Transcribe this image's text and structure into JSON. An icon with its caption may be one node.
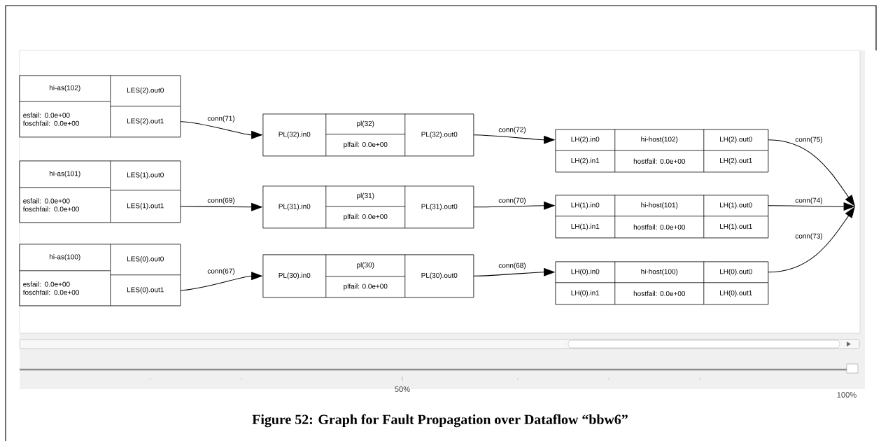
{
  "diagram": {
    "caption": "Figure 52: Graph for Fault Propagation over Dataflow “bbw6”",
    "nodes": [
      {
        "text": [],
        "shape": "box"
      },
      {
        "text": [
          "hi-as(102)"
        ],
        "in": 0
      },
      {
        "text": [
          "esfail: 0.0e+00",
          "foschfail: 0.0e+00"
        ],
        "in": 0
      },
      {
        "text": [
          "LES(2).out0"
        ],
        "in": 0
      },
      {
        "text": [
          "LES(2).out1"
        ],
        "in": 0
      },
      {
        "text": [],
        "shape": "box"
      },
      {
        "text": [
          "PL(32).in0"
        ],
        "in": 5
      },
      {
        "text": [
          "pl(32)"
        ],
        "in": 5
      },
      {
        "text": [
          "plfail: 0.0e+00"
        ],
        "in": 5
      },
      {
        "text": [
          "PL(32).out0"
        ],
        "in": 5
      },
      {
        "text": [],
        "shape": "box"
      },
      {
        "text": [
          "LH(2).in0"
        ],
        "in": 10
      },
      {
        "text": [
          "hi-host(102)"
        ],
        "in": 10
      },
      {
        "text": [
          "LH(2).out0"
        ],
        "in": 10
      },
      {
        "text": [
          "LH(2).in1"
        ],
        "in": 10
      },
      {
        "text": [
          "hostfail: 0.0e+00"
        ],
        "in": 10
      },
      {
        "text": [
          "LH(2).out1"
        ],
        "in": 10
      },
      {
        "text": [],
        "shape": "box"
      },
      {
        "text": [
          "hi-as(101)"
        ],
        "in": 17
      },
      {
        "text": [
          "esfail: 0.0e+00",
          "foschfail: 0.0e+00"
        ],
        "in": 17
      },
      {
        "text": [
          "LES(1).out0"
        ],
        "in": 17
      },
      {
        "text": [
          "LES(1).out1"
        ],
        "in": 17
      },
      {
        "text": [],
        "shape": "box"
      },
      {
        "text": [
          "PL(31).in0"
        ],
        "in": 22
      },
      {
        "text": [
          "pl(31)"
        ],
        "in": 22
      },
      {
        "text": [
          "plfail: 0.0e+00"
        ],
        "in": 22
      },
      {
        "text": [
          "PL(31).out0"
        ],
        "in": 22
      },
      {
        "text": [],
        "shape": "box"
      },
      {
        "text": [
          "LH(1).in0"
        ],
        "in": 27
      },
      {
        "text": [
          "hi-host(101)"
        ],
        "in": 27
      },
      {
        "text": [
          "LH(1).out0"
        ],
        "in": 27
      },
      {
        "text": [
          "LH(1).in1"
        ],
        "in": 27
      },
      {
        "text": [
          "hostfail: 0.0e+00"
        ],
        "in": 27
      },
      {
        "text": [
          "LH(1).out1"
        ],
        "in": 27
      },
      {
        "text": [],
        "shape": "box"
      },
      {
        "text": [
          "hi-as(100)"
        ],
        "in": 34
      },
      {
        "text": [
          "esfail: 0.0e+00",
          "foschfail: 0.0e+00"
        ],
        "in": 34
      },
      {
        "text": [
          "LES(0).out0"
        ],
        "in": 34
      },
      {
        "text": [
          "LES(0).out1"
        ],
        "in": 34
      },
      {
        "text": [],
        "shape": "box"
      },
      {
        "text": [
          "PL(30).in0"
        ],
        "in": 39
      },
      {
        "text": [
          "pl(30)"
        ],
        "in": 39
      },
      {
        "text": [
          "plfail: 0.0e+00"
        ],
        "in": 39
      },
      {
        "text": [
          "PL(30).out0"
        ],
        "in": 39
      },
      {
        "text": [],
        "shape": "box"
      },
      {
        "text": [
          "LH(0).in0"
        ],
        "in": 44
      },
      {
        "text": [
          "hi-host(100)"
        ],
        "in": 44
      },
      {
        "text": [
          "LH(0).out0"
        ],
        "in": 44
      },
      {
        "text": [
          "LH(0).in1"
        ],
        "in": 44
      },
      {
        "text": [
          "hostfail: 0.0e+00"
        ],
        "in": 44
      },
      {
        "text": [
          "LH(0).out1"
        ],
        "in": 44
      }
    ],
    "edges": [
      {
        "from": 4,
        "to": 6,
        "arrow": "to",
        "label": "conn(71)"
      },
      {
        "from": 9,
        "to": 11,
        "arrow": "to",
        "label": "conn(72)"
      },
      {
        "from": 13,
        "to": null,
        "arrow": "to",
        "label": "conn(75)"
      },
      {
        "from": 21,
        "to": 23,
        "arrow": "to",
        "label": "conn(69)"
      },
      {
        "from": 26,
        "to": 28,
        "arrow": "to",
        "label": "conn(70)"
      },
      {
        "from": 30,
        "to": null,
        "arrow": "to",
        "label": "conn(74)"
      },
      {
        "from": 38,
        "to": 40,
        "arrow": "to",
        "label": "conn(67)"
      },
      {
        "from": 43,
        "to": 45,
        "arrow": "to",
        "label": "conn(68)"
      },
      {
        "from": 47,
        "to": null,
        "arrow": "to",
        "label": "conn(73)"
      }
    ],
    "labels": [
      "50%",
      "100%"
    ]
  }
}
